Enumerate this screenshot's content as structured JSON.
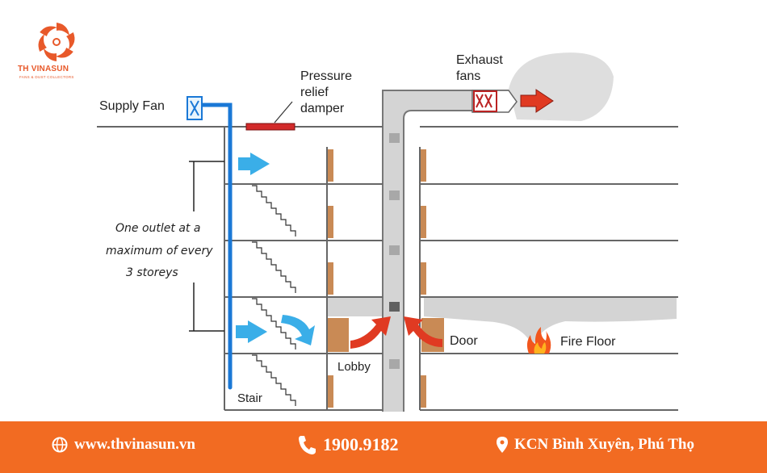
{
  "brand": {
    "name": "TH VINASUN",
    "tagline": "FANS & DUST COLLECTORS"
  },
  "labels": {
    "supply_fan": "Supply Fan",
    "pressure_relief_1": "Pressure",
    "pressure_relief_2": "relief",
    "pressure_relief_3": "damper",
    "exhaust_1": "Exhaust",
    "exhaust_2": "fans",
    "outlet_1": "One outlet at a",
    "outlet_2": "maximum of every",
    "outlet_3": "3 storeys",
    "stair": "Stair",
    "lobby": "Lobby",
    "door": "Door",
    "fire_floor": "Fire Floor"
  },
  "footer": {
    "website": "www.thvinasun.vn",
    "phone": "1900.9182",
    "address": "KCN Bình Xuyên, Phú Thọ"
  },
  "colors": {
    "supply_duct": "#1a78d6",
    "supply_arrow": "#3aaee8",
    "exhaust_arrow": "#e03a22",
    "door": "#c98a55",
    "shaft": "#d6d6d6",
    "smoke": "#c8c8c8",
    "footer": "#f26b22",
    "brand": "#e8592a"
  }
}
